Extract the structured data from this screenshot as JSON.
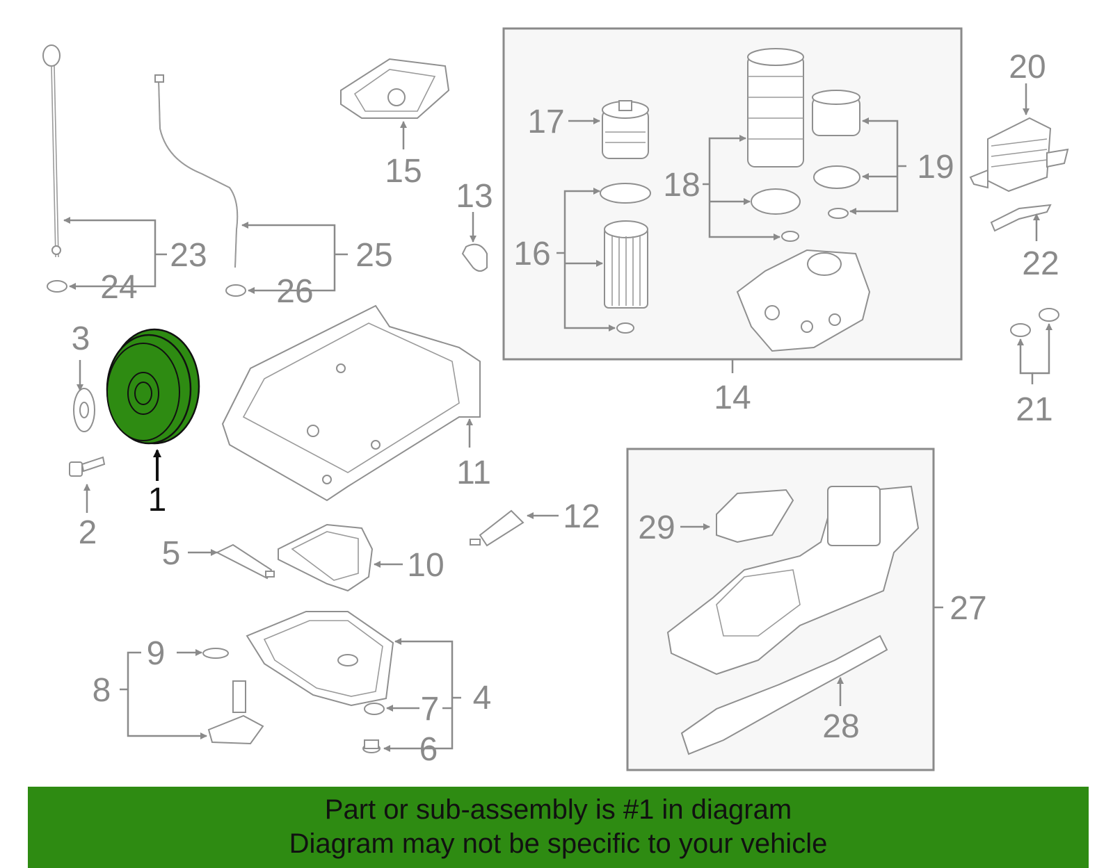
{
  "callouts": {
    "c1": "1",
    "c2": "2",
    "c3": "3",
    "c4": "4",
    "c5": "5",
    "c6": "6",
    "c7": "7",
    "c8": "8",
    "c9": "9",
    "c10": "10",
    "c11": "11",
    "c12": "12",
    "c13": "13",
    "c14": "14",
    "c15": "15",
    "c16": "16",
    "c17": "17",
    "c18": "18",
    "c19": "19",
    "c20": "20",
    "c21": "21",
    "c22": "22",
    "c23": "23",
    "c24": "24",
    "c25": "25",
    "c26": "26",
    "c27": "27",
    "c28": "28",
    "c29": "29"
  },
  "highlight": {
    "part_number": "1",
    "fill_color": "#2e8b12"
  },
  "banner": {
    "line1": "Part or sub-assembly is #1 in diagram",
    "line2": "Diagram may not be specific to your vehicle",
    "background_color": "#2e8b12"
  }
}
